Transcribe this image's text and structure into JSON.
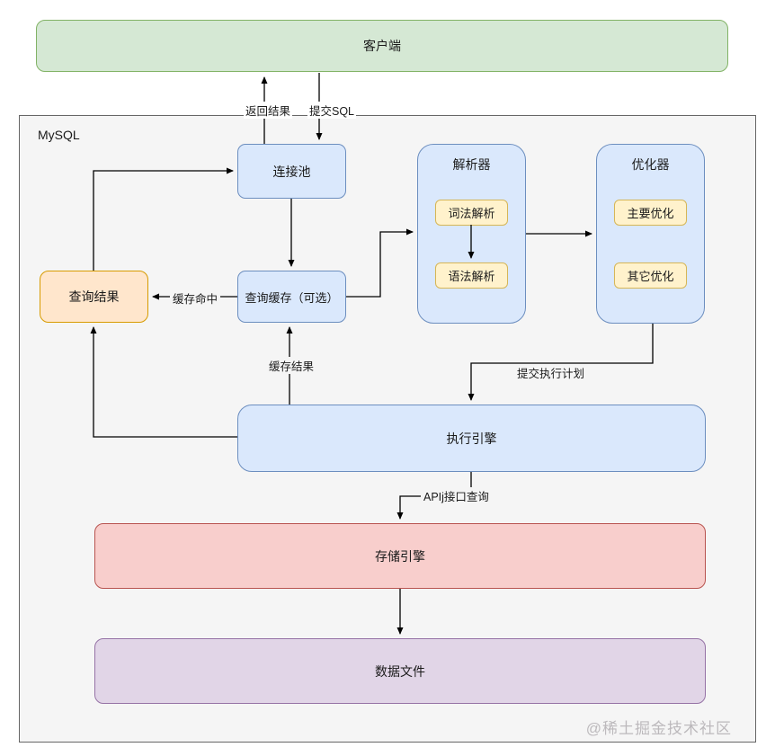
{
  "diagram": {
    "title_node": {
      "label": "客户端"
    },
    "container": {
      "label": "MySQL"
    },
    "nodes": {
      "connection_pool": {
        "label": "连接池"
      },
      "parser": {
        "label": "解析器",
        "children": {
          "lexical": "词法解析",
          "syntax": "语法解析"
        }
      },
      "optimizer": {
        "label": "优化器",
        "children": {
          "main": "主要优化",
          "other": "其它优化"
        }
      },
      "query_result": {
        "label": "查询结果"
      },
      "query_cache": {
        "label": "查询缓存（可选）"
      },
      "execution_engine": {
        "label": "执行引擎"
      },
      "storage_engine": {
        "label": "存储引擎"
      },
      "data_files": {
        "label": "数据文件"
      }
    },
    "edge_labels": {
      "return_result": "返回结果",
      "submit_sql": "提交SQL",
      "cache_hit": "缓存命中",
      "cache_result": "缓存结果",
      "submit_plan": "提交执行计划",
      "api_query": "APIj接口查询"
    },
    "colors": {
      "client_fill": "#d5e8d4",
      "client_stroke": "#82b366",
      "blue_fill": "#dae8fc",
      "blue_stroke": "#6c8ebf",
      "yellow_fill": "#fff2cc",
      "yellow_stroke": "#d6b656",
      "orange_fill": "#ffe6cc",
      "orange_stroke": "#d79b00",
      "red_fill": "#f8cecc",
      "red_stroke": "#b85450",
      "purple_fill": "#e1d5e7",
      "purple_stroke": "#9673a6",
      "container_fill": "#f5f5f5",
      "container_stroke": "#666666",
      "arrow": "#000000"
    },
    "watermark": "@稀土掘金技术社区"
  }
}
